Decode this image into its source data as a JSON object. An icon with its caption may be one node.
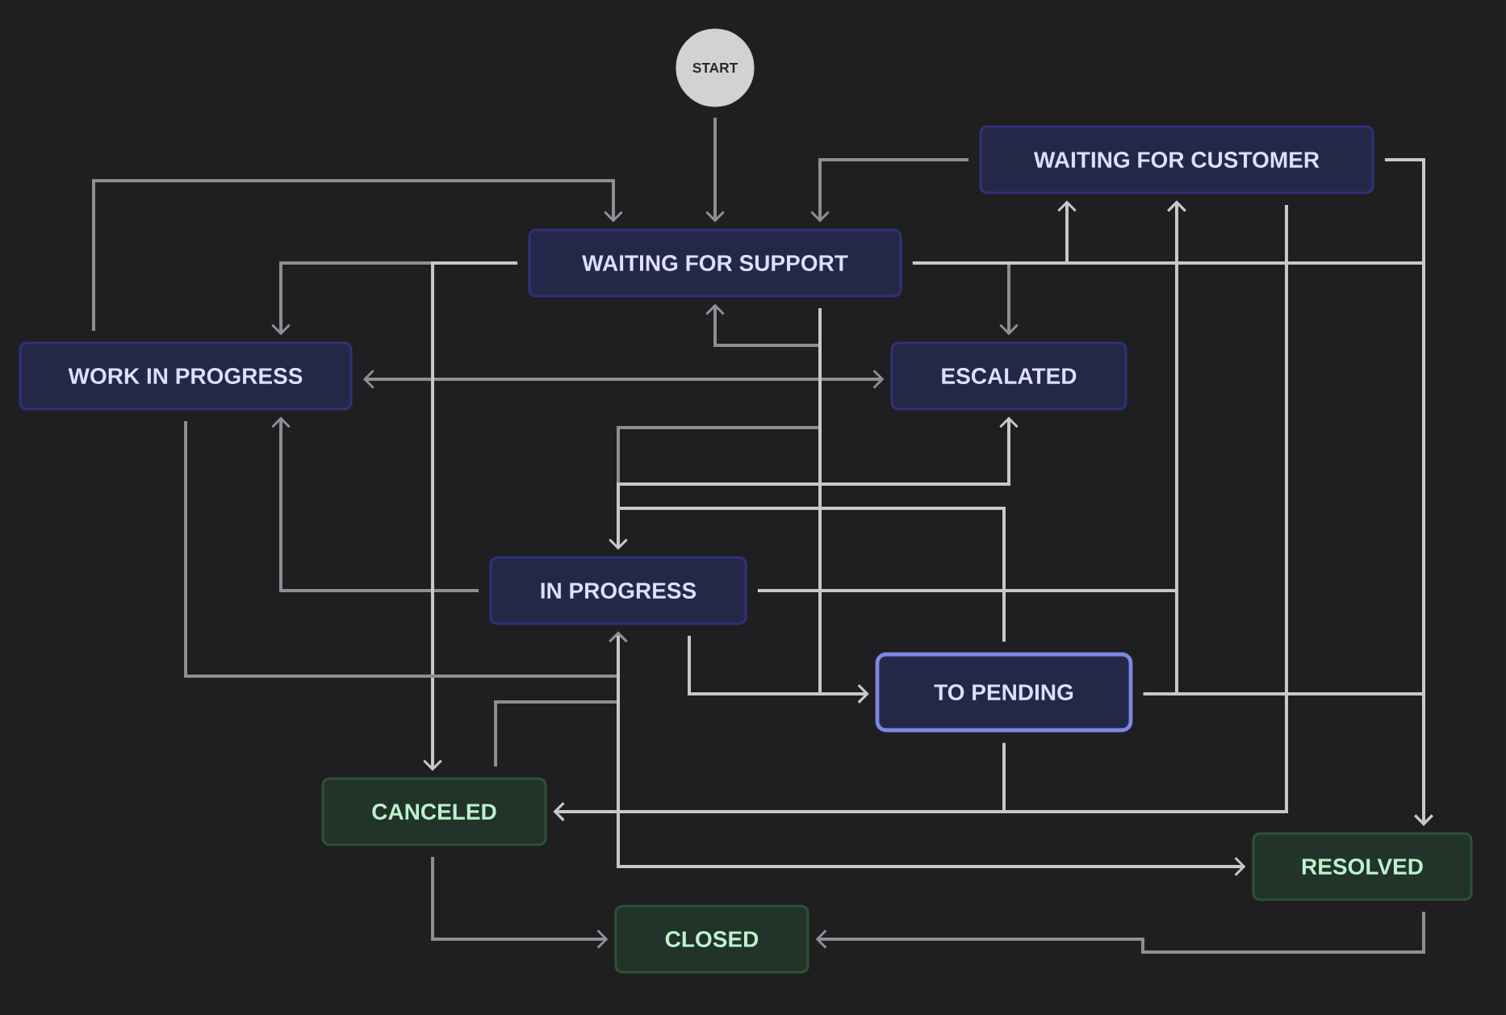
{
  "diagram": {
    "nodes": [
      {
        "text": [
          "START"
        ]
      },
      {
        "text": [
          "WAITING FOR SUPPORT"
        ]
      },
      {
        "text": [
          "WAITING FOR CUSTOMER"
        ]
      },
      {
        "text": [
          "WORK IN PROGRESS"
        ]
      },
      {
        "text": [
          "ESCALATED"
        ]
      },
      {
        "text": [
          "IN PROGRESS"
        ]
      },
      {
        "text": [
          "TO PENDING"
        ]
      },
      {
        "text": [
          "CANCELED"
        ]
      },
      {
        "text": [
          "CLOSED"
        ]
      },
      {
        "text": [
          "RESOLVED"
        ]
      }
    ],
    "edges": [
      {
        "from": 0,
        "to": 1,
        "arrow": "to"
      },
      {
        "from": 3,
        "to": 1,
        "arrow": "to"
      },
      {
        "from": 1,
        "to": 3,
        "arrow": "to"
      },
      {
        "from": 2,
        "to": 1,
        "arrow": "to"
      },
      {
        "from": 1,
        "to": 4,
        "arrow": "to"
      },
      {
        "from": 1,
        "to": 2,
        "arrow": "to",
        "color": "#c8c8c8"
      },
      {
        "from": 1,
        "to": 9,
        "arrow": "to",
        "color": "#c8c8c8"
      },
      {
        "from": 2,
        "to": 9,
        "arrow": "to",
        "color": "#c8c8c8"
      },
      {
        "from": 3,
        "to": 4,
        "arrow": "both"
      },
      {
        "from": 5,
        "to": 1,
        "arrow": "to"
      },
      {
        "from": 1,
        "to": 6,
        "arrow": "to",
        "color": "#c8c8c8"
      },
      {
        "from": 5,
        "to": 4,
        "arrow": "to",
        "color": "#c8c8c8"
      },
      {
        "from": 6,
        "to": 5,
        "arrow": "to",
        "color": "#c8c8c8"
      },
      {
        "from": 5,
        "to": 3,
        "arrow": "to"
      },
      {
        "from": 5,
        "to": 6,
        "arrow": "to",
        "color": "#c8c8c8"
      },
      {
        "from": 5,
        "to": 2,
        "arrow": "to",
        "color": "#c8c8c8"
      },
      {
        "from": 6,
        "to": 2,
        "arrow": "to",
        "color": "#c8c8c8"
      },
      {
        "from": 6,
        "to": 9,
        "arrow": "to",
        "color": "#c8c8c8"
      },
      {
        "from": 2,
        "to": 7,
        "arrow": "to",
        "color": "#c8c8c8"
      },
      {
        "from": 6,
        "to": 7,
        "arrow": "to",
        "color": "#c8c8c8"
      },
      {
        "from": 1,
        "to": 7,
        "arrow": "to",
        "color": "#c8c8c8"
      },
      {
        "from": 3,
        "to": 5,
        "arrow": "to"
      },
      {
        "from": 7,
        "to": 5,
        "arrow": "to"
      },
      {
        "from": 5,
        "to": 9,
        "arrow": "to",
        "color": "#c8c8c8"
      },
      {
        "from": 7,
        "to": 8,
        "arrow": "to"
      },
      {
        "from": 9,
        "to": 8,
        "arrow": "to"
      }
    ]
  }
}
